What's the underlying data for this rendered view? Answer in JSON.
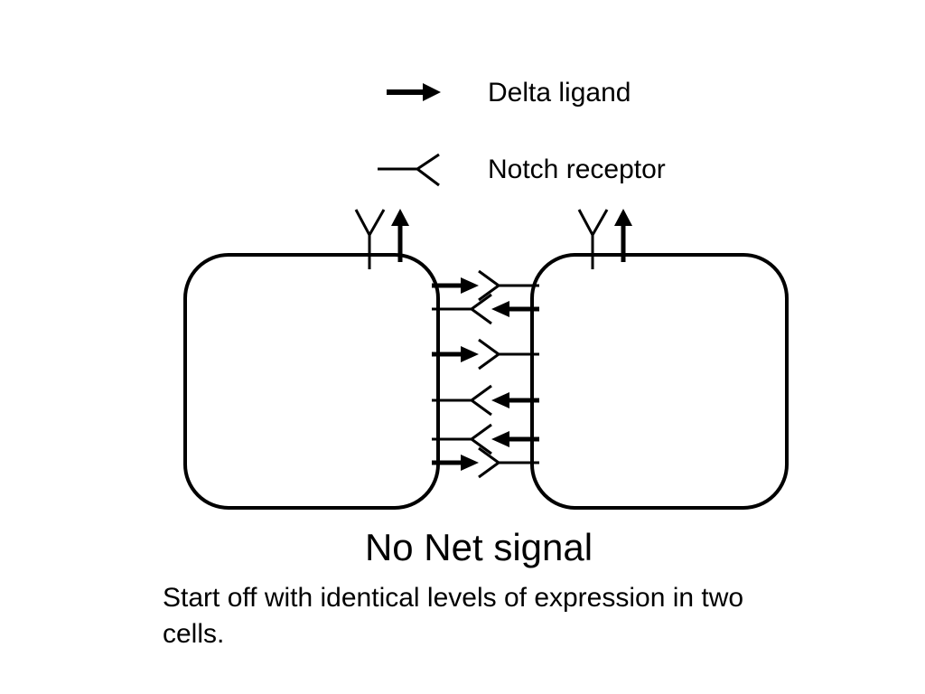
{
  "legend": {
    "delta_label": "Delta ligand",
    "notch_label": "Notch receptor"
  },
  "heading": "No Net signal",
  "caption": "Start off with identical levels of expression in two cells.",
  "cells": [
    {
      "name": "left-cell",
      "notch_receptors_on_junction": 3,
      "delta_ligands_on_junction": 3
    },
    {
      "name": "right-cell",
      "notch_receptors_on_junction": 3,
      "delta_ligands_on_junction": 3
    }
  ],
  "colors": {
    "ink": "#000000",
    "background": "#ffffff"
  }
}
